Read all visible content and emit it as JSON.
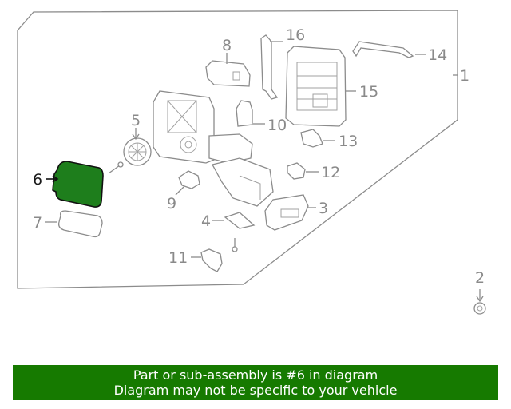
{
  "callouts": {
    "c1": "1",
    "c2": "2",
    "c3": "3",
    "c4": "4",
    "c5": "5",
    "c6": "6",
    "c7": "7",
    "c8": "8",
    "c9": "9",
    "c10": "10",
    "c11": "11",
    "c12": "12",
    "c13": "13",
    "c14": "14",
    "c15": "15",
    "c16": "16"
  },
  "highlighted_part": "6",
  "banner": {
    "line1": "Part or sub-assembly is #6 in diagram",
    "line2": "Diagram may not be specific to your vehicle"
  },
  "colors": {
    "highlight": "#1e7e1c",
    "banner": "#167a00",
    "linework": "#8c8c8c"
  }
}
